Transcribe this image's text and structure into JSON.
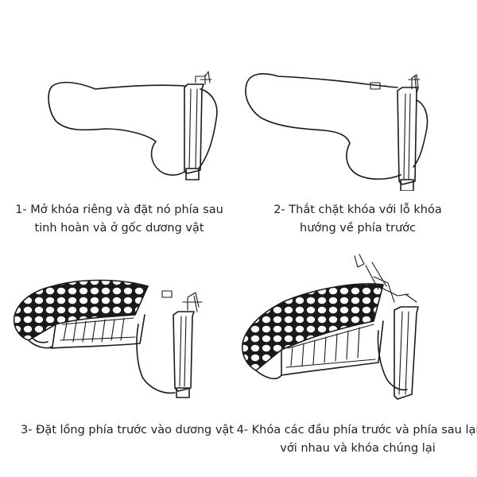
{
  "steps": [
    {
      "line1": "1- Mở khóa riêng và đặt nó phía sau",
      "line2": "tinh hoàn và ở gốc dương vật"
    },
    {
      "line1": "2- Thắt chặt khóa với lỗ khóa",
      "line2": "hướng về phía trước"
    },
    {
      "line1": "3- Đặt lồng phía trước vào dương vật",
      "line2": ""
    },
    {
      "line1": "4- Khóa các đầu phía trước và phía sau lại",
      "line2": "với nhau và khóa chúng lại"
    }
  ]
}
